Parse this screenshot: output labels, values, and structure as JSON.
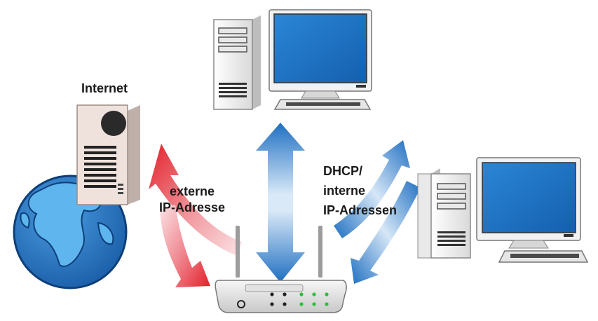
{
  "labels": {
    "internet": "Internet",
    "external_line1": "externe",
    "external_line2": "IP-Adresse",
    "internal_line1": "DHCP/",
    "internal_line2": "interne",
    "internal_line3": "IP-Adressen"
  },
  "colors": {
    "red_arrow": "#e3202a",
    "blue_arrow": "#1f6fc1",
    "monitor_screen": "#1b73c4",
    "globe_ocean": "#2d7fc9",
    "globe_land": "#3aa3e6",
    "server_case": "#efe2dc",
    "pc_case": "#f1f1f1",
    "router_led": "#2fbf3a"
  },
  "icons": [
    "globe-icon",
    "internet-server-icon",
    "pc-tower-icon",
    "monitor-icon",
    "keyboard-icon",
    "router-icon"
  ]
}
